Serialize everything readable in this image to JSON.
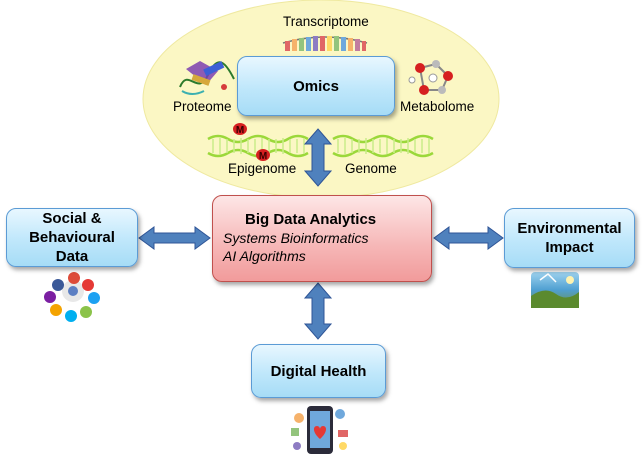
{
  "omics": {
    "title": "Omics",
    "transcriptome": "Transcriptome",
    "proteome": "Proteome",
    "metabolome": "Metabolome",
    "epigenome": "Epigenome",
    "genome": "Genome",
    "methyl_mark": "M"
  },
  "center": {
    "title": "Big Data Analytics",
    "line1": "Systems Bioinformatics",
    "line2": "AI Algorithms"
  },
  "social": {
    "line1": "Social &",
    "line2": "Behavioural",
    "line3": "Data"
  },
  "environmental": {
    "line1": "Environmental",
    "line2": "Impact"
  },
  "digital": {
    "title": "Digital Health"
  },
  "colors": {
    "ellipse_fill": "#fbf7c4",
    "box_blue": "#bfe7fb",
    "box_pink": "#f6b6b6",
    "arrow_fill": "#4f81bd",
    "dna_color": "#9bd83a",
    "mark_color": "#d62020"
  },
  "icons": [
    "protein-structure-icon",
    "rna-ladder-icon",
    "molecule-icon",
    "dna-helix-icon",
    "ai-chip-monitor-icon",
    "social-media-icons-cluster",
    "earth-environment-icon",
    "smartphone-health-icon"
  ]
}
